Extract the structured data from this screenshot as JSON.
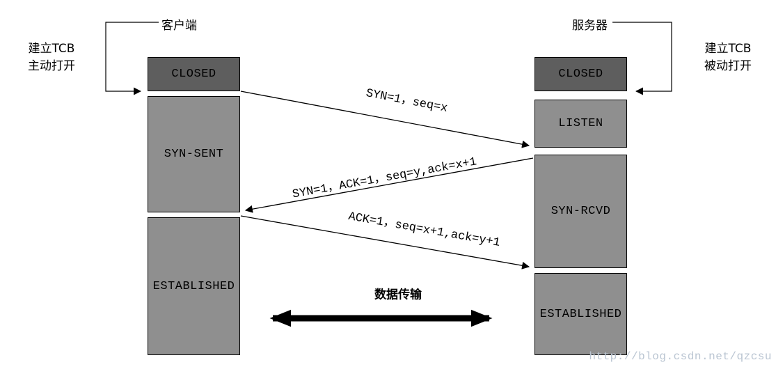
{
  "diagram": {
    "client": {
      "title": "客户端",
      "note": "建立TCB\n主动打开",
      "states": {
        "closed": "CLOSED",
        "syn_sent": "SYN-SENT",
        "established": "ESTABLISHED"
      }
    },
    "server": {
      "title": "服务器",
      "note": "建立TCB\n被动打开",
      "states": {
        "closed": "CLOSED",
        "listen": "LISTEN",
        "syn_rcvd": "SYN-RCVD",
        "established": "ESTABLISHED"
      }
    },
    "messages": {
      "syn": "SYN=1，seq=x",
      "synack": "SYN=1，ACK=1，seq=y,ack=x+1",
      "ack": "ACK=1，seq=x+1,ack=y+1"
    },
    "data_transfer": "数据传输",
    "watermark": "http://blog.csdn.net/qzcsu"
  },
  "colors": {
    "box_dark": "#5e5e5e",
    "box_light": "#8f8f8f",
    "line": "#000000",
    "watermark": "#bac5d2"
  }
}
